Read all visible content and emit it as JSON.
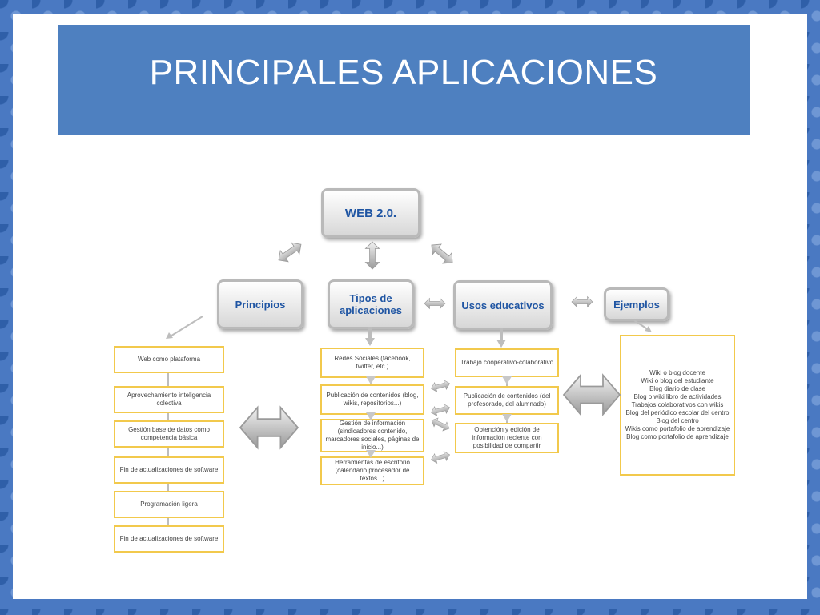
{
  "title": "PRINCIPALES APLICACIONES",
  "colors": {
    "title_bar": "#4e80c0",
    "node_text": "#1f55a3",
    "box_border": "#f2c94c"
  },
  "nodes": {
    "web": "WEB 2.0.",
    "principios": "Principios",
    "tipos": "Tipos de aplicaciones",
    "usos": "Usos educativos",
    "ejemplos": "Ejemplos"
  },
  "principios_items": [
    "Web como plataforma",
    "Aprovechamiento inteligencia colectiva",
    "Gestión base de datos como competencia básica",
    "Fin de actualizaciones de software",
    "Programación ligera",
    "Fin de actualizaciones de software"
  ],
  "tipos_items": [
    "Redes Sociales (facebook, twitter, etc.)",
    "Publicación de contenidos (blog, wikis, repositorios...)",
    "Gestión de información (sindicadores contenido, marcadores sociales, páginas de inicio...)",
    "Herramientas de escritorio (calendario,procesador de textos...)"
  ],
  "usos_items": [
    "Trabajo cooperativo-colaborativo",
    "Publicación de contenidos (del profesorado, del alumnado)",
    "Obtención y edición de información reciente con posibilidad de compartir"
  ],
  "ejemplos_items": [
    "Wiki o blog docente",
    "Wiki o blog del estudiante",
    "Blog diario de clase",
    "Blog o wiki libro de actividades",
    "Trabajos colaborativos con wikis",
    "Blog del periódico escolar del centro",
    "Blog del centro",
    "Wikis como portafolio de aprendizaje",
    "Blog como portafolio de aprendizaje"
  ]
}
